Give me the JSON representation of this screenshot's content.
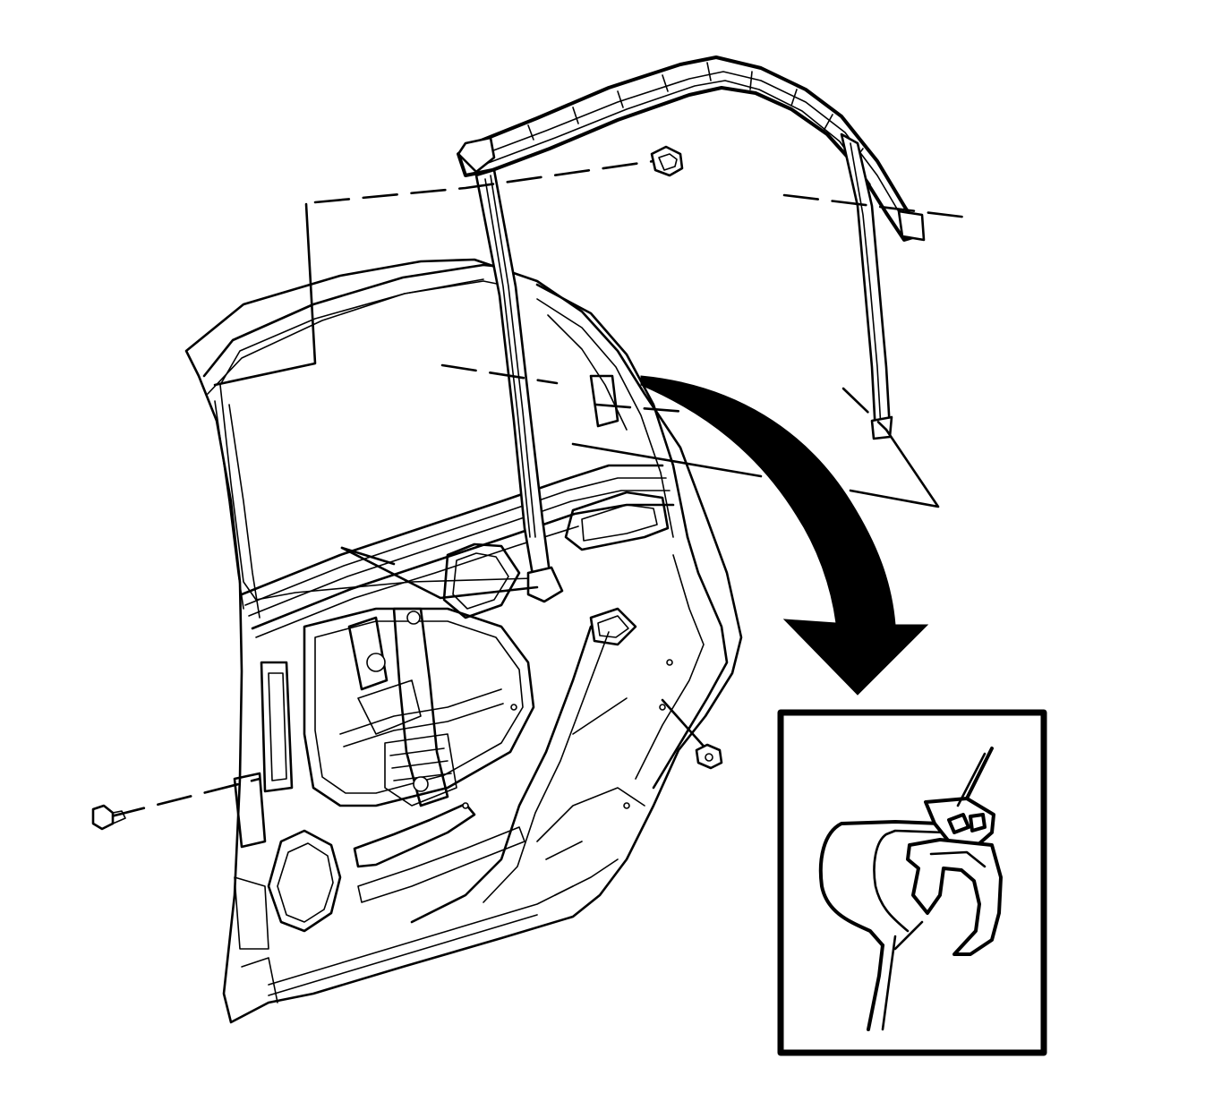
{
  "figure": {
    "kind": "exploded-view line illustration",
    "colors": {
      "line": "#000000",
      "background": "#ffffff"
    },
    "parts": [
      {
        "id": "door-shell"
      },
      {
        "id": "window-glass"
      },
      {
        "id": "upper-frame-weatherstrip"
      },
      {
        "id": "center-channel-weatherstrip"
      },
      {
        "id": "rear-channel-weatherstrip"
      },
      {
        "id": "upper-push-pin-fastener"
      },
      {
        "id": "lower-bolt-fastener"
      },
      {
        "id": "rear-nut-fastener"
      },
      {
        "id": "curved-callout-arrow"
      },
      {
        "id": "seal-cross-section-inset"
      }
    ]
  }
}
